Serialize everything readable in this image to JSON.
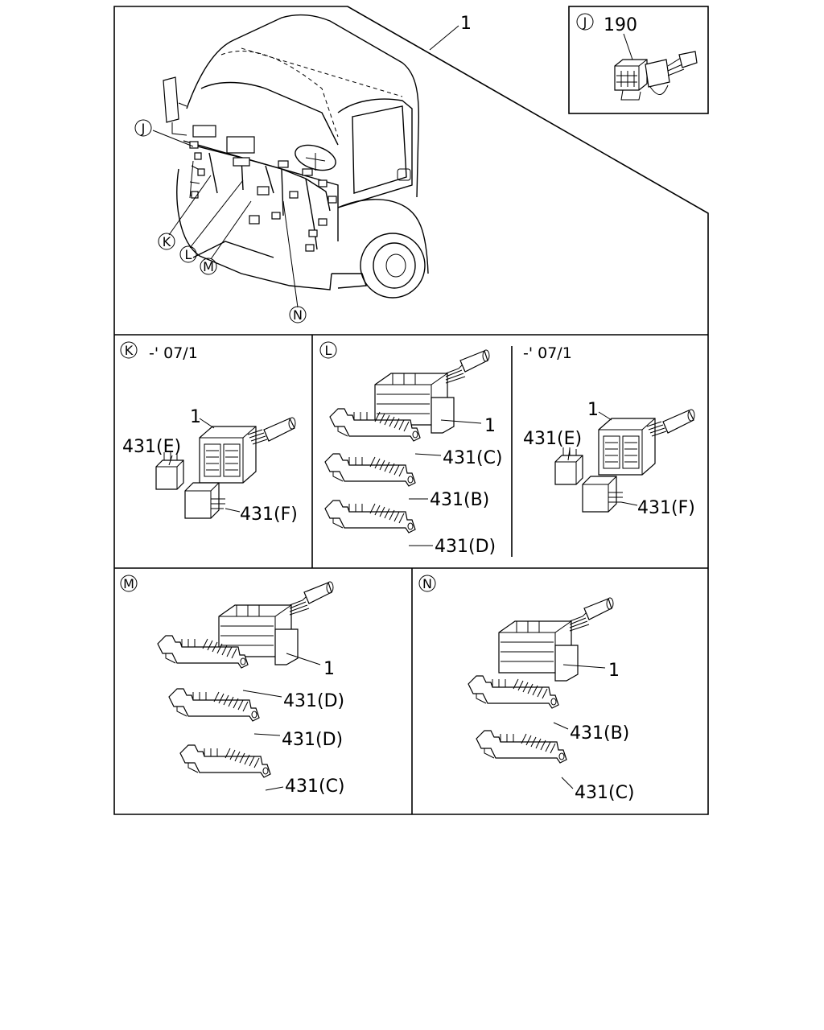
{
  "main": {
    "part_no": "1",
    "callouts": [
      "J",
      "K",
      "L",
      "M",
      "N"
    ]
  },
  "inset_j": {
    "letter": "J",
    "part_no": "190"
  },
  "detail_k": {
    "letter": "K",
    "note": "-' 07/1",
    "p1": "1",
    "pe": "431(E)",
    "pf": "431(F)"
  },
  "detail_l": {
    "letter": "L",
    "p1": "1",
    "pc": "431(C)",
    "pb": "431(B)",
    "pd": "431(D)",
    "note": "-' 07/1",
    "p1b": "1",
    "pe": "431(E)",
    "pf": "431(F)"
  },
  "detail_m": {
    "letter": "M",
    "p1": "1",
    "pd1": "431(D)",
    "pd2": "431(D)",
    "pc": "431(C)"
  },
  "detail_n": {
    "letter": "N",
    "p1": "1",
    "pb": "431(B)",
    "pc": "431(C)"
  }
}
